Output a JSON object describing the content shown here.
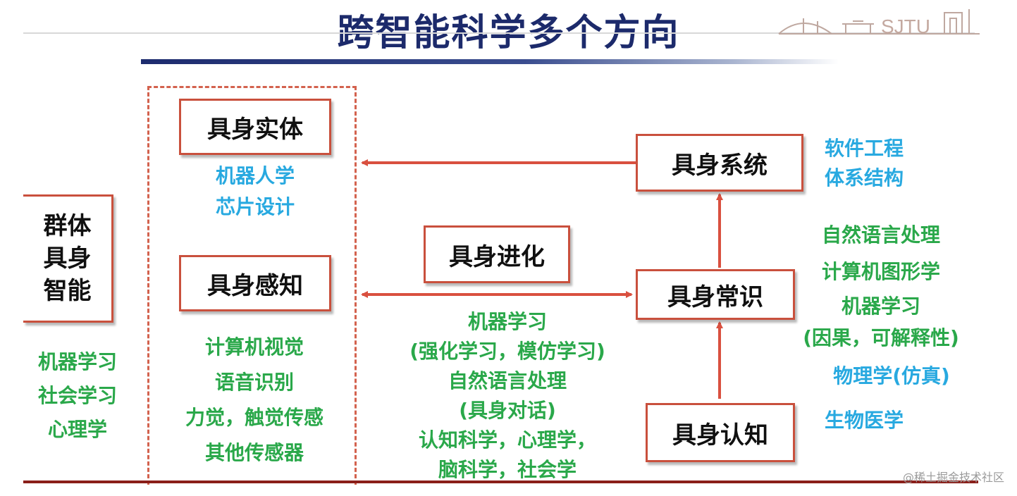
{
  "title": "跨智能科学多个方向",
  "logo_text": "SJTU",
  "watermark": "@稀土掘金技术社区",
  "boxes": {
    "embodied_entity": "具身实体",
    "embodied_perception": "具身感知",
    "embodied_evolution": "具身进化",
    "embodied_system": "具身系统",
    "embodied_common_sense": "具身常识",
    "embodied_cognition": "具身认知",
    "swarm": [
      "群体",
      "具身",
      "智能"
    ]
  },
  "texts": {
    "entity_fields": [
      "机器人学",
      "芯片设计"
    ],
    "perception_fields": [
      "计算机视觉",
      "语音识别",
      "力觉，触觉传感",
      "其他传感器"
    ],
    "swarm_fields": [
      "机器学习",
      "社会学习",
      "心理学"
    ],
    "evolution_fields": [
      "机器学习",
      "(强化学习，模仿学习)",
      "自然语言处理",
      "(具身对话)",
      "认知科学，心理学，",
      "脑科学，社会学"
    ],
    "system_fields": [
      "软件工程",
      "体系结构"
    ],
    "common_sense_fields": [
      "自然语言处理",
      "计算机图形学",
      "机器学习",
      "(因果，可解释性)",
      "物理学(仿真)"
    ],
    "cognition_fields": [
      "生物医学"
    ]
  },
  "colors": {
    "title": "#1c2a6b",
    "box_border": "#c9503d",
    "arrow": "#d9503f",
    "blue_text": "#28a9e0",
    "green_text": "#2aa84a"
  }
}
